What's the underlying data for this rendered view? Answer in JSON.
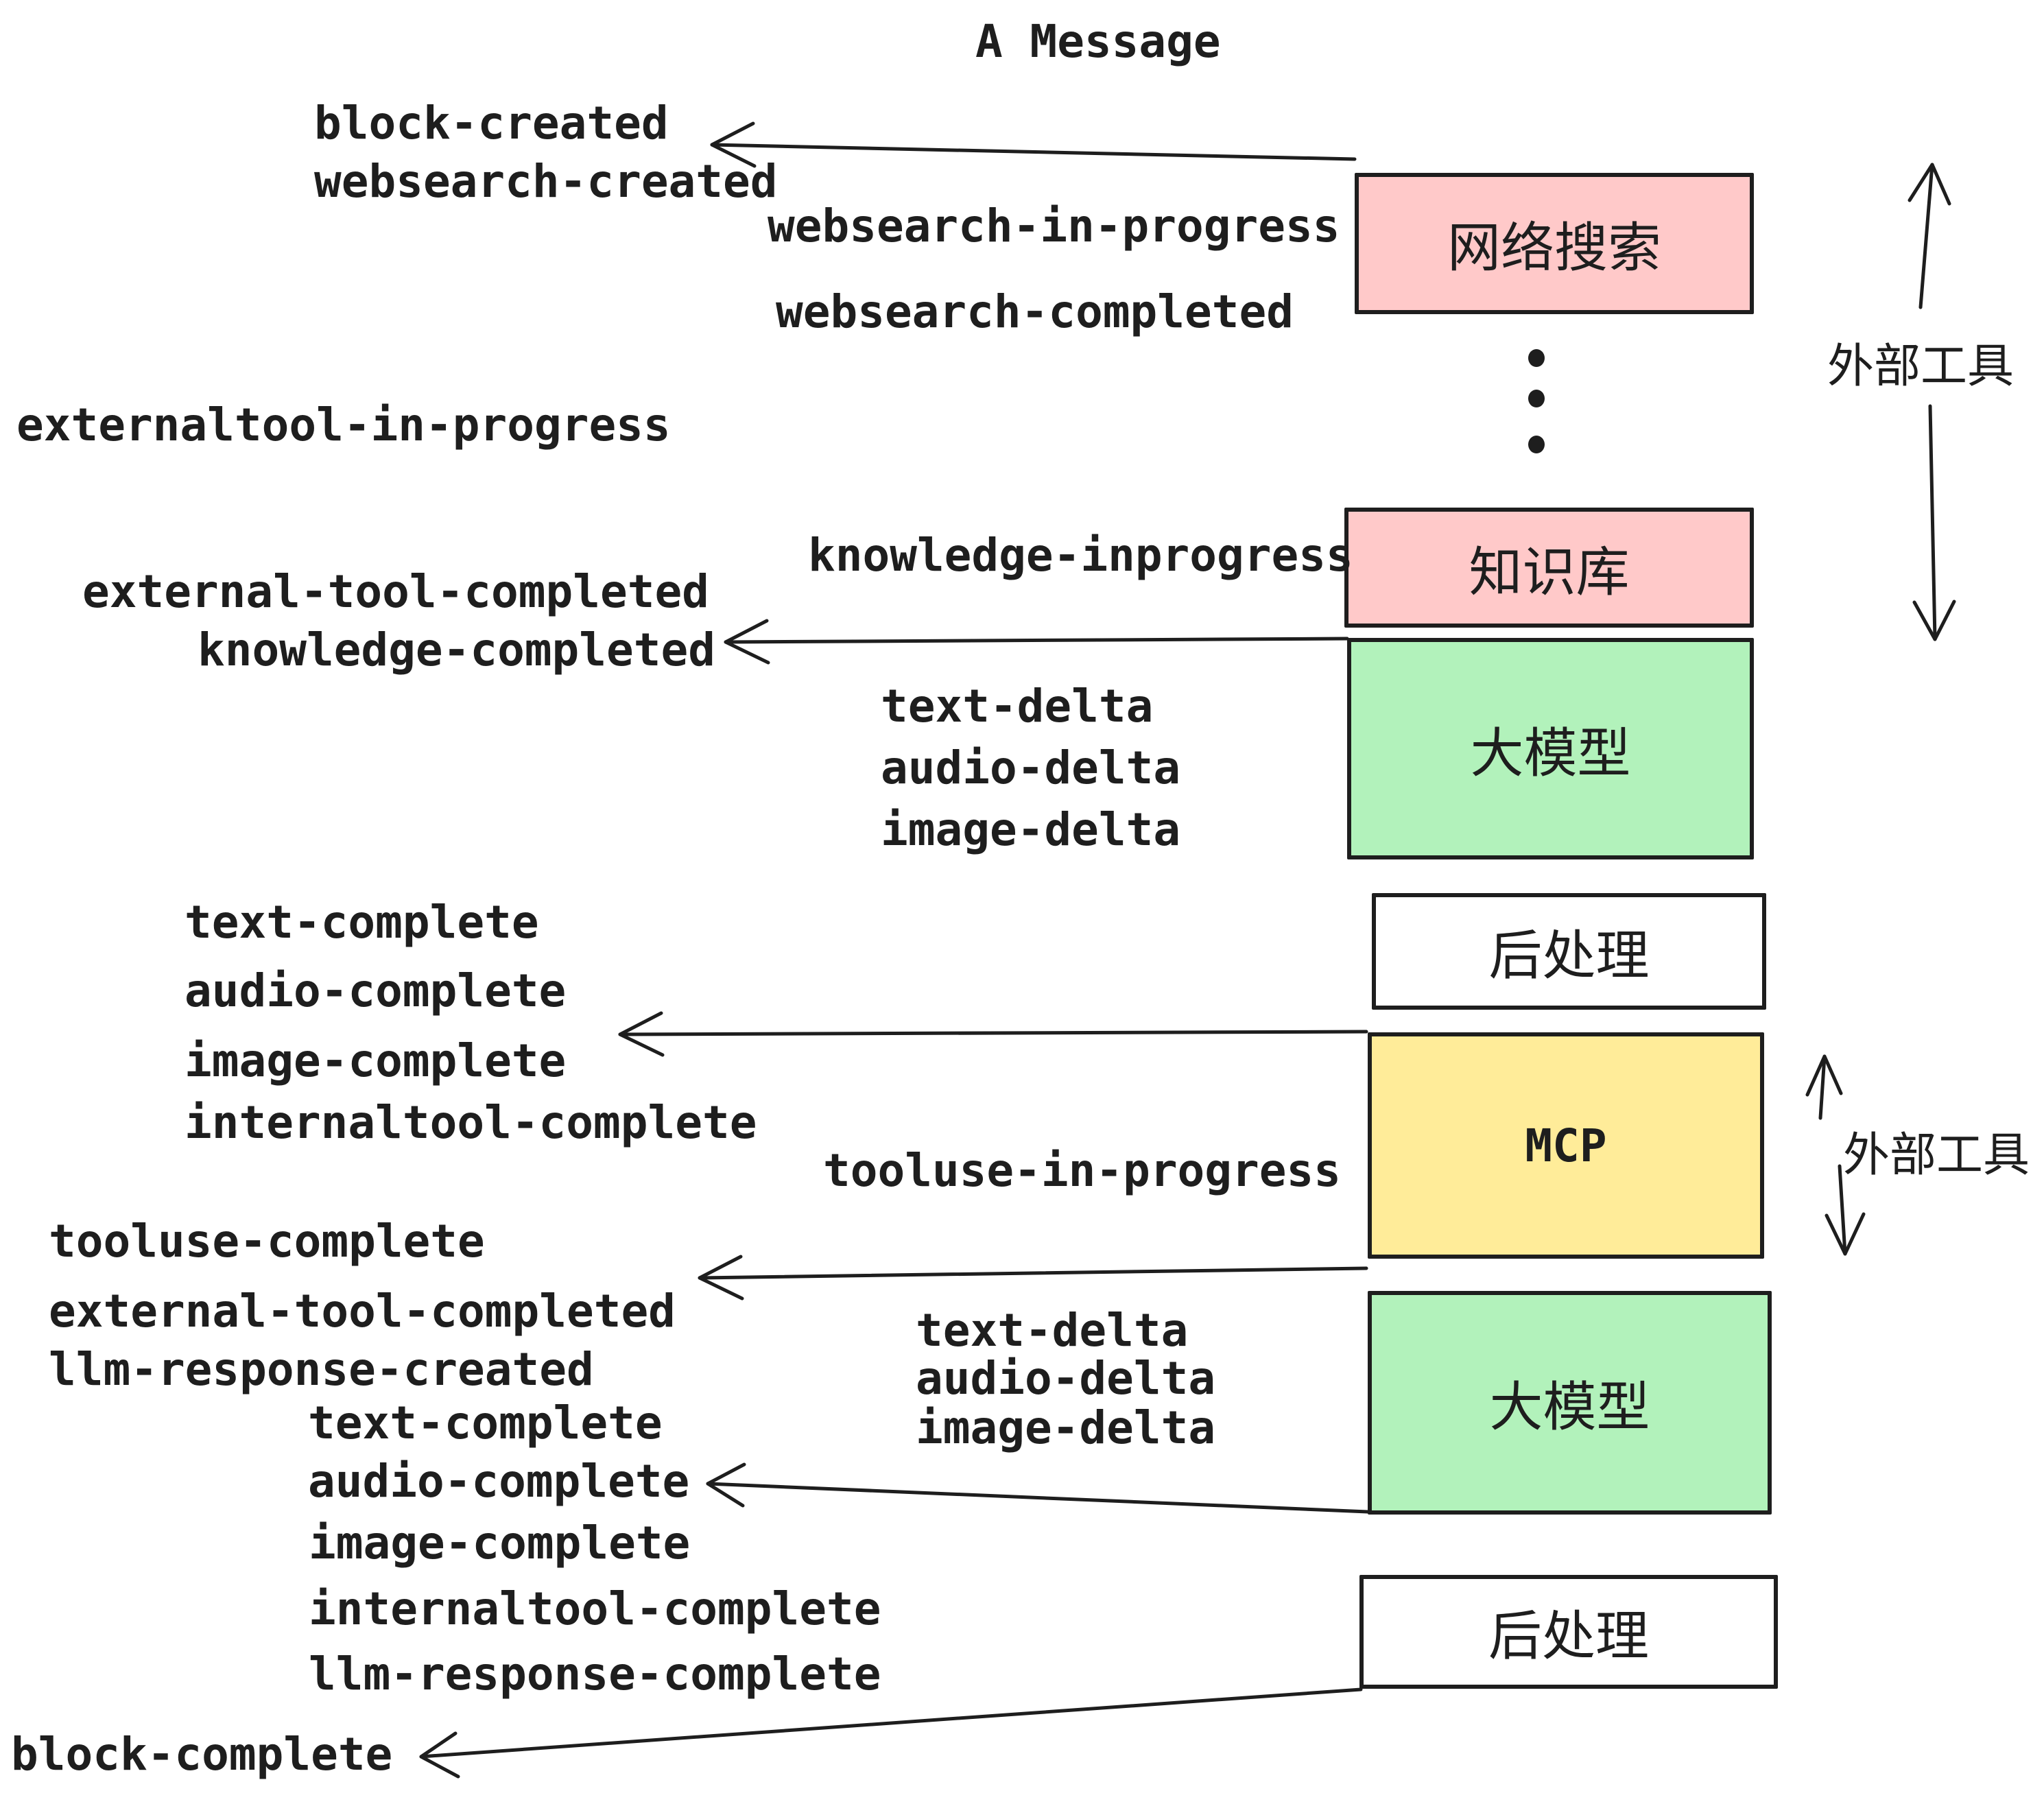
{
  "title": "A Message",
  "colors": {
    "stroke": "#1e1e1e",
    "pink": "#ffc9c9",
    "green": "#b2f2bb",
    "yellow": "#ffec99",
    "white": "#ffffff",
    "background": "#ffffff"
  },
  "boxes": [
    {
      "label": "网络搜索",
      "color": "#ffc9c9"
    },
    {
      "label": "知识库",
      "color": "#ffc9c9"
    },
    {
      "label": "大模型",
      "color": "#b2f2bb"
    },
    {
      "label": "后处理",
      "color": "#ffffff"
    },
    {
      "label": "MCP",
      "color": "#ffec99"
    },
    {
      "label": "大模型",
      "color": "#b2f2bb"
    },
    {
      "label": "后处理",
      "color": "#ffffff"
    }
  ],
  "side_labels": [
    "外部工具",
    "外部工具"
  ],
  "events": [
    "block-created",
    "websearch-created",
    "websearch-in-progress",
    "websearch-completed",
    "externaltool-in-progress",
    "knowledge-inprogress",
    "external-tool-completed",
    "knowledge-completed",
    "text-delta",
    "audio-delta",
    "image-delta",
    "text-complete",
    "audio-complete",
    "image-complete",
    "internaltool-complete",
    "tooluse-in-progress",
    "tooluse-complete",
    "external-tool-completed",
    "llm-response-created",
    "text-delta",
    "audio-delta",
    "image-delta",
    "text-complete",
    "audio-complete",
    "image-complete",
    "internaltool-complete",
    "llm-response-complete",
    "block-complete"
  ]
}
